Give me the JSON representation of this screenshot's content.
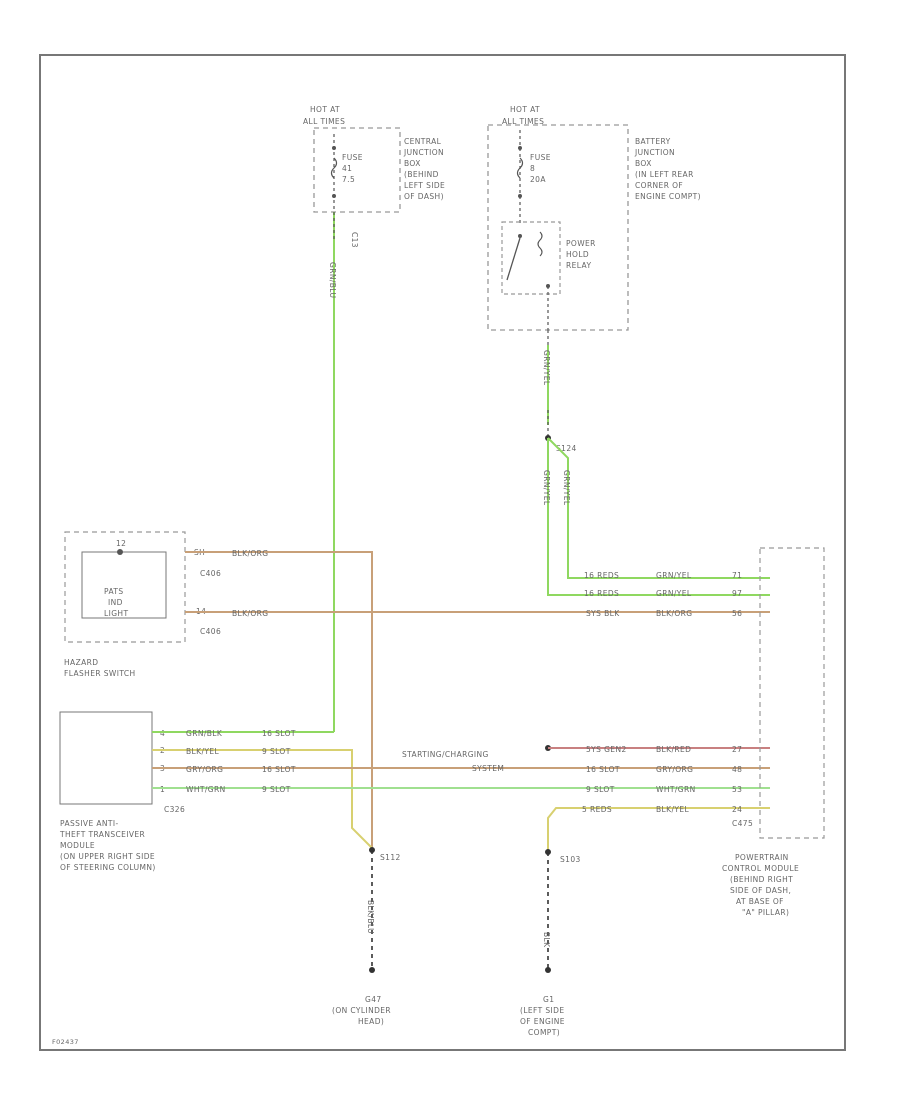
{
  "diagram": {
    "colors": {
      "green_wire": "#8fd860",
      "brown_wire": "#c8a078",
      "yellow_wire": "#d8d070",
      "red_wire": "#c88080",
      "lgreen_wire": "#a0e090",
      "gray_wire": "#555555",
      "box_border": "#999999",
      "text": "#666666"
    },
    "fuse_left": {
      "hot_at": "HOT AT",
      "hot_when": "ALL TIMES",
      "fuse_label": "FUSE",
      "fuse_num": "41",
      "fuse_amp": "7.5",
      "box_lines": [
        "CENTRAL",
        "JUNCTION",
        "BOX",
        "(BEHIND",
        "LEFT SIDE",
        "OF DASH)"
      ],
      "connector": "C13",
      "wire_color": "GRN/BLU"
    },
    "fuse_right": {
      "hot_at": "HOT AT",
      "hot_when": "ALL TIMES",
      "fuse_label": "FUSE",
      "fuse_num": "8",
      "fuse_amp": "20A",
      "box_lines": [
        "BATTERY",
        "JUNCTION",
        "BOX",
        "(IN LEFT REAR",
        "CORNER OF",
        "ENGINE COMPT)"
      ],
      "relay_lines": [
        "POWER",
        "HOLD",
        "RELAY"
      ],
      "wire_color": "GRN/YEL",
      "splice": "S124",
      "branch_left": "GRN/YEL",
      "branch_right": "GRN/YEL"
    },
    "hazard": {
      "pats_lines": [
        "PATS",
        "IND",
        "LIGHT"
      ],
      "title_lines": [
        "HAZARD",
        "FLASHER SWITCH"
      ],
      "pin1": "SH",
      "pin2": "14",
      "conn1": "C406",
      "conn2": "C406",
      "pin_top": "12"
    },
    "pats": {
      "pin1": "4",
      "pin2": "2",
      "pin3": "3",
      "pin4": "1",
      "conn": "C326",
      "title_lines": [
        "PASSIVE ANTI-",
        "THEFT TRANSCEIVER",
        "MODULE",
        "(ON UPPER RIGHT SIDE",
        "OF STEERING COLUMN)"
      ]
    },
    "wires": [
      {
        "left_color": "BLK/ORG",
        "right_red": "",
        "right_color": "",
        "pin": ""
      },
      {
        "left_color": "BLK/ORG",
        "right_red": "SYS BLK",
        "right_color": "BLK/ORG",
        "pin": "56"
      }
    ],
    "pats_wires": [
      {
        "left_color": "GRN/BLK",
        "mid": "16 SLOT",
        "red": "",
        "right_color": "",
        "pin": ""
      },
      {
        "left_color": "BLK/YEL",
        "mid": "9 SLOT",
        "red": "5YS GEN2",
        "right_color": "BLK/RED",
        "pin": "27"
      },
      {
        "left_color": "GRY/ORG",
        "mid": "16 SLOT",
        "red": "16 SLOT",
        "right_color": "GRY/ORG",
        "pin": "48"
      },
      {
        "left_color": "WHT/GRN",
        "mid": "9 SLOT",
        "red": "9 SLOT",
        "right_color": "WHT/GRN",
        "pin": "53"
      }
    ],
    "pcm_top": [
      {
        "red": "16 REDS",
        "color": "GRN/YEL",
        "pin": "71"
      },
      {
        "red": "16 REDS",
        "color": "GRN/YEL",
        "pin": "97"
      }
    ],
    "pcm_bottom": {
      "red": "5 REDS",
      "color": "BLK/YEL",
      "pin": "24"
    },
    "pcm_conn": "C475",
    "pcm_title_lines": [
      "POWERTRAIN",
      "CONTROL MODULE",
      "(BEHIND RIGHT",
      "SIDE OF DASH,",
      "AT BASE OF",
      "\"A\" PILLAR)"
    ],
    "starting": [
      "STARTING/CHARGING",
      "SYSTEM"
    ],
    "ground_left": {
      "splice": "S112",
      "wire_color": "BLK/BLU",
      "id": "G47",
      "lines": [
        "G47",
        "(ON CYLINDER",
        "HEAD)"
      ]
    },
    "ground_right": {
      "splice": "S103",
      "wire_color": "BLK",
      "id": "G1",
      "lines": [
        "G1",
        "(LEFT SIDE",
        "OF ENGINE",
        "COMPT)"
      ]
    },
    "figure_id": "F02437"
  }
}
